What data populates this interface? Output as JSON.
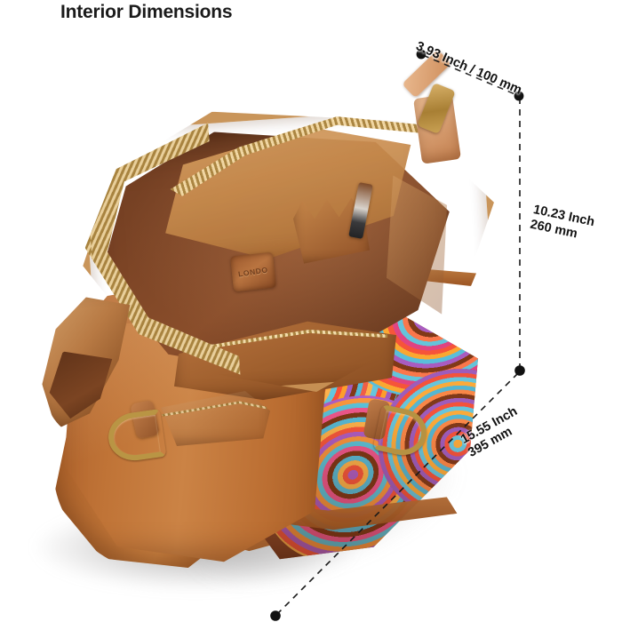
{
  "page": {
    "title": "Interior Dimensions",
    "background_color": "#ffffff"
  },
  "product": {
    "name": "leather-laptop-bag",
    "brand_patch_text": "LONDO",
    "materials": [
      "tan leather",
      "embroidered paisley fabric panel",
      "brass hardware"
    ],
    "colors": {
      "leather_main": "#c07437",
      "leather_dark": "#8d4a1c",
      "interior_lining": "#7d4526",
      "interior_light": "#d9a163",
      "brass": "#b99544",
      "paisley_turquoise": "#6fc4d8",
      "paisley_red": "#e8553f",
      "paisley_orange": "#f4ab46",
      "paisley_purple": "#a861bd",
      "paisley_brown": "#7c3a1d"
    },
    "features": [
      "top brass zipper closure",
      "interior pen organizer slots",
      "interior zippered pocket",
      "front slip zip pocket",
      "side D-ring strap attachments"
    ]
  },
  "dimensions": {
    "line_color": "#1a1a1a",
    "text_color": "#131313",
    "depth": {
      "label": "3.93 Inch / 100 mm",
      "inch": "3.93",
      "mm": "100",
      "axis": "depth"
    },
    "height": {
      "line1": "10.23 Inch",
      "line2": "260 mm",
      "inch": "10.23",
      "mm": "260",
      "axis": "height"
    },
    "width": {
      "line1": "15.55 Inch",
      "line2": "395 mm",
      "inch": "15.55",
      "mm": "395",
      "axis": "width"
    }
  }
}
